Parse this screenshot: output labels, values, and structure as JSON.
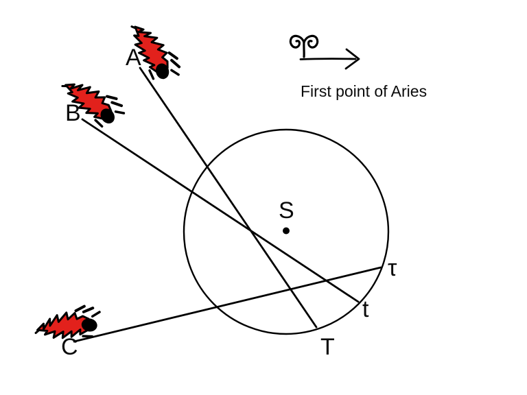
{
  "page": {
    "background": "#ffffff"
  },
  "caption": {
    "text": "First point of Aries"
  },
  "labels": {
    "comet_a": "A",
    "comet_b": "B",
    "comet_c": "C",
    "sun": "S",
    "tau": "τ",
    "t_small": "t",
    "t_capital": "T"
  },
  "icons": {
    "aries_symbol": "♈",
    "direction_arrow": "→",
    "comet": "comet-with-flaming-tail"
  },
  "colors": {
    "ink": "#000000",
    "comet_red": "#e2211c"
  }
}
